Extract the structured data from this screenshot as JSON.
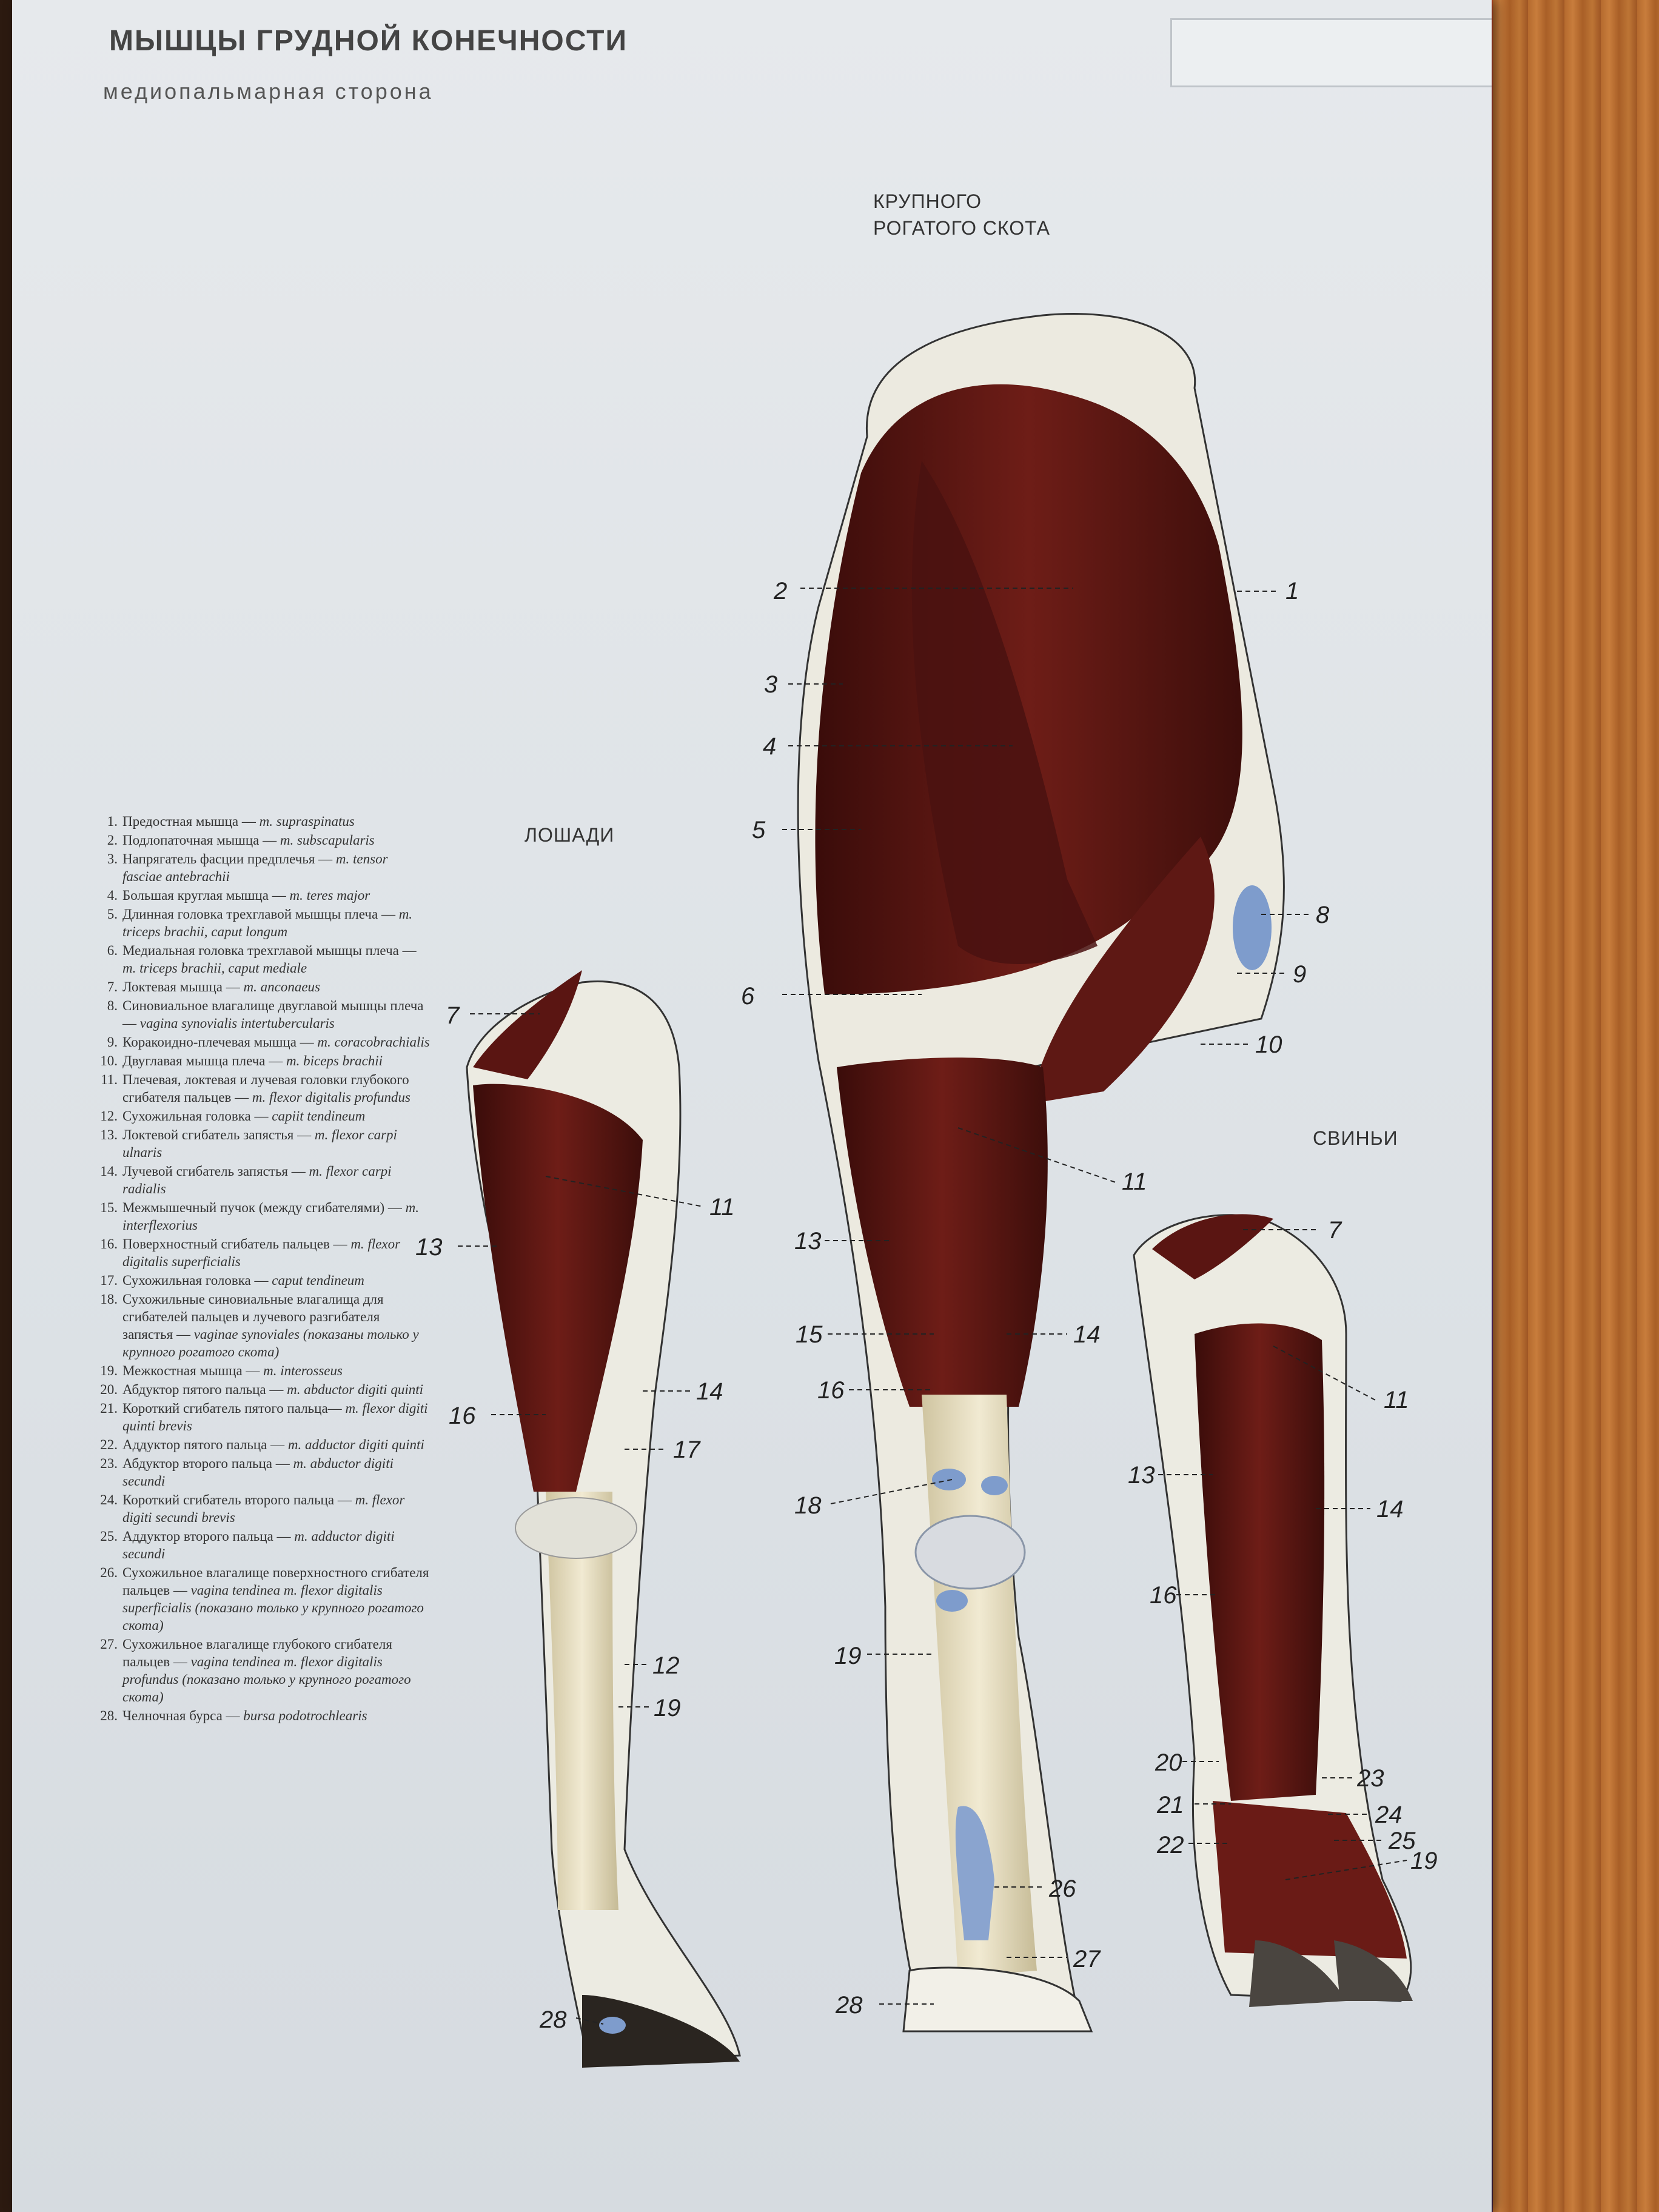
{
  "header": {
    "title": "МЫШЦЫ ГРУДНОЙ КОНЕЧНОСТИ",
    "subtitle": "медиопальмарная сторона"
  },
  "animals": {
    "horse": "ЛОШАДИ",
    "cattle_line1": "КРУПНОГО",
    "cattle_line2": "РОГАТОГО СКОТА",
    "pig": "СВИНЬИ"
  },
  "legend": [
    {
      "num": "1.",
      "ru": "Предостная мышца — ",
      "lat": "m. supraspinatus"
    },
    {
      "num": "2.",
      "ru": "Подлопаточная мышца — ",
      "lat": "m. subscapularis"
    },
    {
      "num": "3.",
      "ru": "Напрягатель фасции предплечья — ",
      "lat": "m. tensor fasciae antebrachii"
    },
    {
      "num": "4.",
      "ru": "Большая круглая мышца — ",
      "lat": "m. teres major"
    },
    {
      "num": "5.",
      "ru": "Длинная головка трехглавой мышцы плеча — ",
      "lat": "m. triceps brachii, caput longum"
    },
    {
      "num": "6.",
      "ru": "Медиальная головка трехглавой мышцы плеча — ",
      "lat": "m. triceps brachii, caput mediale"
    },
    {
      "num": "7.",
      "ru": "Локтевая мышца — ",
      "lat": "m. anconaeus"
    },
    {
      "num": "8.",
      "ru": "Синовиальное влагалище двуглавой мышцы плеча — ",
      "lat": "vagina synovialis intertubercularis"
    },
    {
      "num": "9.",
      "ru": "Коракоидно-плечевая мышца — ",
      "lat": "m. coracobrachialis"
    },
    {
      "num": "10.",
      "ru": "Двуглавая мышца плеча — ",
      "lat": "m. biceps brachii"
    },
    {
      "num": "11.",
      "ru": "Плечевая, локтевая и лучевая головки глубокого сгибателя пальцев — ",
      "lat": "m. flexor digitalis profundus"
    },
    {
      "num": "12.",
      "ru": "Сухожильная головка — ",
      "lat": "capiit tendineum"
    },
    {
      "num": "13.",
      "ru": "Локтевой сгибатель запястья — ",
      "lat": "m. flexor carpi ulnaris"
    },
    {
      "num": "14.",
      "ru": "Лучевой сгибатель запястья — ",
      "lat": "m. flexor carpi radialis"
    },
    {
      "num": "15.",
      "ru": "Межмышечный пучок (между сгибателями) — ",
      "lat": "m. interflexorius"
    },
    {
      "num": "16.",
      "ru": "Поверхностный сгибатель пальцев — ",
      "lat": "m. flexor digitalis superficialis"
    },
    {
      "num": "17.",
      "ru": "Сухожильная головка — ",
      "lat": "caput tendineum"
    },
    {
      "num": "18.",
      "ru": "Сухожильные синовиальные влагалища для сгибателей пальцев и лучевого разгибателя запястья — ",
      "lat": "vaginae synoviales (показаны только у крупного рогатого скота)"
    },
    {
      "num": "19.",
      "ru": "Межкостная мышца — ",
      "lat": "m. interosseus"
    },
    {
      "num": "20.",
      "ru": "Абдуктор пятого пальца — ",
      "lat": "m. abductor digiti quinti"
    },
    {
      "num": "21.",
      "ru": "Короткий сгибатель пятого пальца— ",
      "lat": "m. flexor digiti quinti brevis"
    },
    {
      "num": "22.",
      "ru": "Аддуктор пятого пальца — ",
      "lat": "m. adductor digiti quinti"
    },
    {
      "num": "23.",
      "ru": "Абдуктор второго пальца — ",
      "lat": "m. abductor digiti secundi"
    },
    {
      "num": "24.",
      "ru": "Короткий сгибатель второго пальца — ",
      "lat": "m. flexor digiti secundi brevis"
    },
    {
      "num": "25.",
      "ru": "Аддуктор второго пальца — ",
      "lat": "m. adductor digiti secundi"
    },
    {
      "num": "26.",
      "ru": "Сухожильное влагалище поверхностного сгибателя пальцев — ",
      "lat": "vagina tendinea m. flexor digitalis superficialis (показано только у крупного рогатого скота)"
    },
    {
      "num": "27.",
      "ru": "Сухожильное влагалище глубокого сгибателя пальцев — ",
      "lat": "vagina tendinea m. flexor digitalis profundus (показано только у крупного рогатого скота)"
    },
    {
      "num": "28.",
      "ru": "Челночная бурса — ",
      "lat": "bursa podotrochlearis"
    }
  ],
  "callouts": {
    "cattle": [
      "1",
      "2",
      "3",
      "4",
      "5",
      "6",
      "8",
      "9",
      "10",
      "11",
      "13",
      "14",
      "15",
      "16",
      "18",
      "19",
      "26",
      "27",
      "28"
    ],
    "horse": [
      "7",
      "11",
      "13",
      "14",
      "16",
      "17",
      "12",
      "19",
      "28"
    ],
    "pig": [
      "7",
      "11",
      "13",
      "14",
      "16",
      "20",
      "21",
      "22",
      "23",
      "24",
      "25",
      "19"
    ]
  },
  "colors": {
    "muscle": "#5a1512",
    "tendon": "#e8e0c4",
    "synovial": "#7e9ccc",
    "paper": "#e3e7ea"
  }
}
